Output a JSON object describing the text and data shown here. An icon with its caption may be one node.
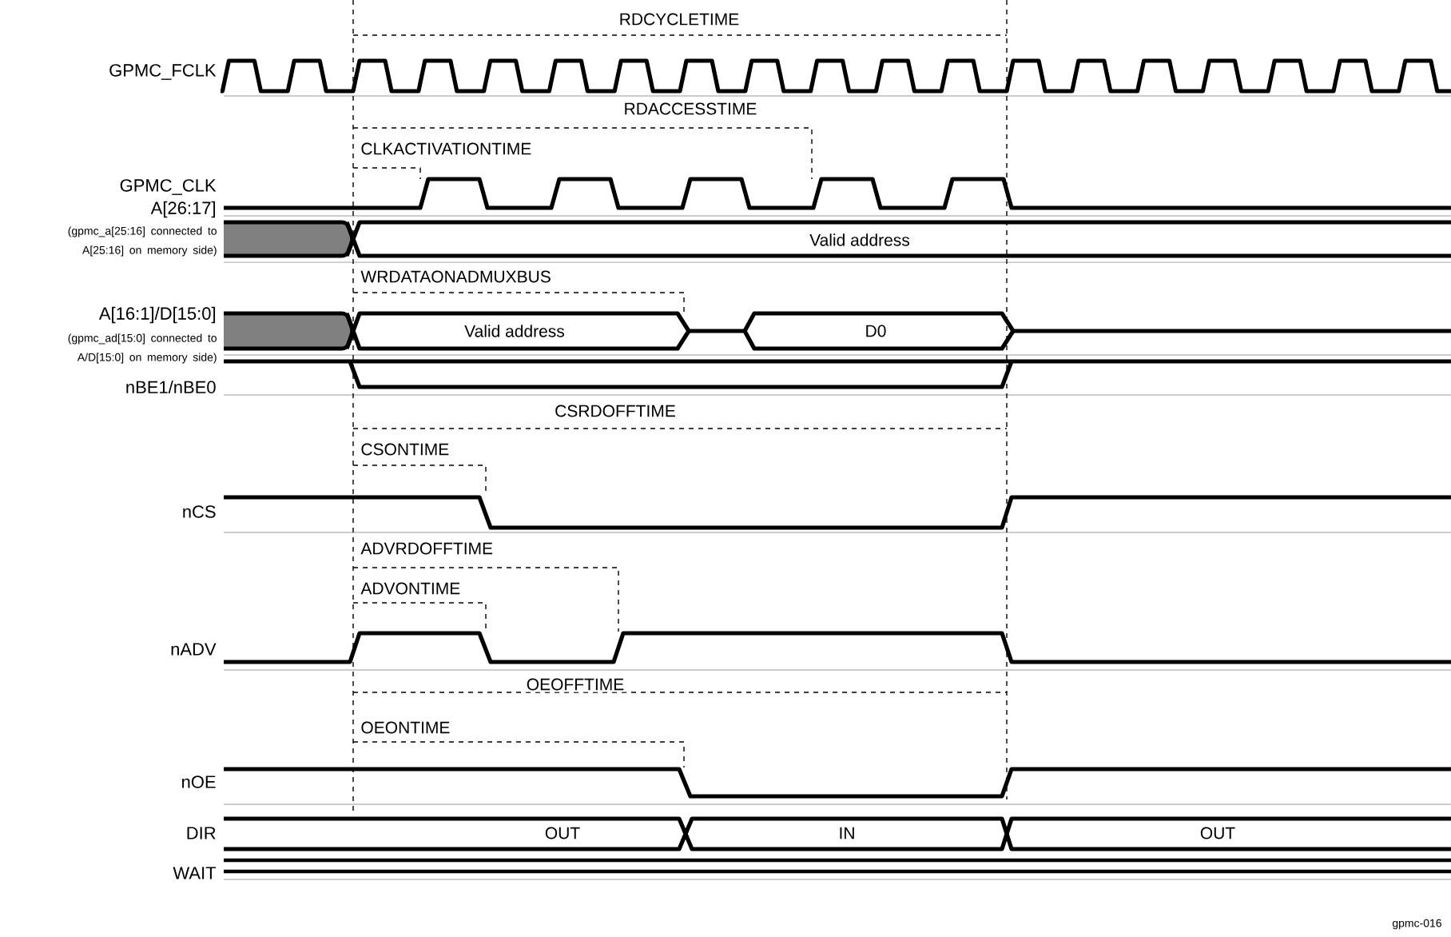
{
  "diagram": {
    "labels": [
      "RDCYCLETIME",
      "GPMC_FCLK",
      "RDACCESSTIME",
      "CLKACTIVATIONTIME",
      "GPMC_CLK",
      "A[26:17]",
      "(gpmc_a[25:16] connected to A[25:16] on memory side)",
      "Valid address",
      "WRDATAONADMUXBUS",
      "A[16:1]/D[15:0]",
      "(gpmc_ad[15:0] connected to A/D[15:0] on memory side)",
      "Valid address",
      "D0",
      "nBE1/nBE0",
      "CSRDOFFTIME",
      "CSONTIME",
      "nCS",
      "ADVRDOFFTIME",
      "ADVONTIME",
      "nADV",
      "OEOFFTIME",
      "OEONTIME",
      "nOE",
      "DIR",
      "OUT",
      "IN",
      "OUT",
      "WAIT",
      "gpmc-016"
    ]
  }
}
